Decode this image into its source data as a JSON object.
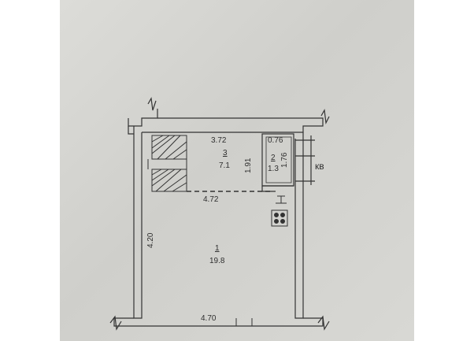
{
  "plan": {
    "rooms": [
      {
        "number": "3",
        "area": "7.1"
      },
      {
        "number": "2",
        "area": "1.3"
      },
      {
        "number": "1",
        "area": "19.8"
      }
    ],
    "dimensions": {
      "top_width": "3.72",
      "small_room_width": "0.76",
      "room3_height": "1.91",
      "small_room_height": "1.76",
      "partition_width": "4.72",
      "left_height": "4.20",
      "bottom_width": "4.70"
    },
    "annotations": {
      "outside_label": "кв"
    }
  }
}
